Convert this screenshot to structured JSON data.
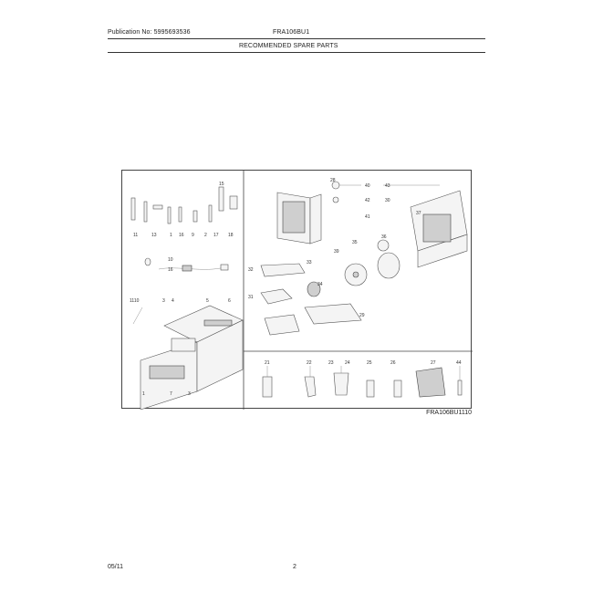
{
  "header": {
    "publication": "Publication No: 5995693536",
    "model": "FRA106BU1",
    "section_title": "RECOMMENDED SPARE PARTS"
  },
  "diagram": {
    "id": "FRA106BU1110",
    "callouts": {
      "left": [
        "15",
        "11",
        "13",
        "1",
        "16",
        "9",
        "2",
        "17",
        "18",
        "10",
        "16",
        "1110",
        "3",
        "4",
        "5",
        "6",
        "1",
        "7",
        "3"
      ],
      "upper_right": [
        "28",
        "40",
        "42",
        "41",
        "43",
        "39",
        "37",
        "33",
        "35",
        "36",
        "32",
        "31",
        "34",
        "30",
        "29"
      ],
      "bottom_row": [
        "21",
        "22",
        "23",
        "24",
        "25",
        "26",
        "27",
        "44"
      ]
    }
  },
  "footer": {
    "date": "05/11",
    "page": "2"
  }
}
